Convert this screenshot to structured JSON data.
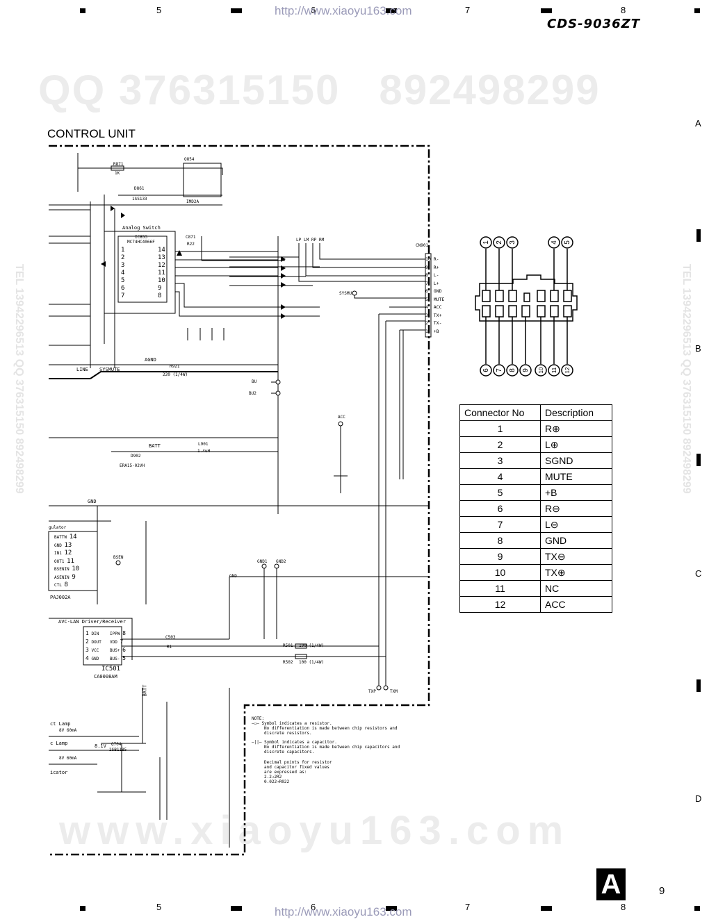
{
  "header": {
    "model": "CDS-9036ZT",
    "url": "http://www.xiaoyu163.com",
    "ruler_numbers": [
      "5",
      "6",
      "7",
      "8"
    ],
    "row_letters": [
      "A",
      "B",
      "C",
      "D"
    ]
  },
  "watermarks": {
    "qq": "QQ 376315150   892498299",
    "site": "www.xiaoyu163.com",
    "side_left": "TEL 13942296513  QQ 376315150  892498299",
    "side_right": "TEL 13942296513  QQ 376315150  892498299"
  },
  "diagram": {
    "title": "CONTROL UNIT",
    "labels": {
      "analog_switch": "Analog Switch",
      "ic853": "IC853",
      "ic853_part": "MC74HC4066F",
      "q854": "Q854",
      "imd2a": "IMD2A",
      "d861": "D861",
      "d861_part": "1SS133",
      "r871": "R871",
      "r871_val": "1K",
      "c871": "C871",
      "r22": "R22",
      "cn901": "CN901",
      "lp": "LP",
      "lm": "LM",
      "rp": "RP",
      "rm": "RM",
      "sysmu": "SYSMU",
      "line": "LINE",
      "sysmute": "SYSMUTE",
      "agnd": "AGND",
      "bu": "BU",
      "bu2": "BU2",
      "acc": "ACC",
      "batt": "BATT",
      "gnd": "GND",
      "gnd1": "GND1",
      "gnd2": "GND2",
      "l901": "L901",
      "l901_val": "1.4uH",
      "d902": "D902",
      "d902_part": "ERA15-02VH",
      "r921": "R921",
      "r921_val": "220 (1/4W)",
      "bsen": "BSEN",
      "avc_lan": "AVC-LAN Driver/Receiver",
      "ic501": "IC501",
      "ic501_part": "CA0008AM",
      "paj002a": "PAJ002A",
      "r501": "R501",
      "r502": "R502",
      "r501_val": "100 (1/4W)",
      "r502_val": "100 (1/4W)",
      "c503": "C503",
      "r1": "R1",
      "txp": "TXP",
      "txm": "TXM",
      "q704": "Q704",
      "q704_part": "2SB1185",
      "v81": "8.1V",
      "lamp1": "ct Lamp",
      "lamp1_val": "8V 60mA",
      "lamp2": "c Lamp",
      "lamp2_val": "8V 60mA",
      "indicator": "icator",
      "regulator": "gulator"
    },
    "connector_pins": [
      {
        "pin": "10",
        "name": "R-"
      },
      {
        "pin": "9",
        "name": "R+"
      },
      {
        "pin": "8",
        "name": "L-"
      },
      {
        "pin": "7",
        "name": "L+"
      },
      {
        "pin": "6",
        "name": "GND"
      },
      {
        "pin": "5",
        "name": "MUTE"
      },
      {
        "pin": "4",
        "name": "ACC"
      },
      {
        "pin": "3",
        "name": "TX+"
      },
      {
        "pin": "2",
        "name": "TX-"
      },
      {
        "pin": "1",
        "name": "+B"
      }
    ],
    "regulator_pins": [
      {
        "pin": "14",
        "name": "BATTW"
      },
      {
        "pin": "13",
        "name": "GND"
      },
      {
        "pin": "12",
        "name": "IN1"
      },
      {
        "pin": "11",
        "name": "OUT1"
      },
      {
        "pin": "10",
        "name": "BSENIN"
      },
      {
        "pin": "9",
        "name": "ASENIN"
      },
      {
        "pin": "8",
        "name": "CTL"
      }
    ],
    "ic501_left_pins": [
      {
        "pin": "1",
        "name": "DIN"
      },
      {
        "pin": "2",
        "name": "DOUT"
      },
      {
        "pin": "3",
        "name": "VCC"
      },
      {
        "pin": "4",
        "name": "GND"
      }
    ],
    "ic501_right_pins": [
      {
        "pin": "8",
        "name": "IPPW"
      },
      {
        "pin": "7",
        "name": "VDD"
      },
      {
        "pin": "6",
        "name": "BUS+"
      },
      {
        "pin": "5",
        "name": "BUS-"
      }
    ],
    "ic853_pins": [
      "14",
      "13",
      "12",
      "11",
      "10",
      "9",
      "8"
    ],
    "ic853_left_pins": [
      "1",
      "2",
      "3",
      "4",
      "5",
      "6",
      "7"
    ]
  },
  "connector_diagram": {
    "top_pins": [
      "1",
      "2",
      "3",
      "4",
      "5"
    ],
    "bottom_pins": [
      "6",
      "7",
      "8",
      "9",
      "10",
      "11",
      "12"
    ]
  },
  "connector_table": {
    "headers": [
      "Connector No",
      "Description"
    ],
    "rows": [
      [
        "1",
        "R⊕"
      ],
      [
        "2",
        "L⊕"
      ],
      [
        "3",
        "SGND"
      ],
      [
        "4",
        "MUTE"
      ],
      [
        "5",
        "+B"
      ],
      [
        "6",
        "R⊖"
      ],
      [
        "7",
        "L⊖"
      ],
      [
        "8",
        "GND"
      ],
      [
        "9",
        "TX⊖"
      ],
      [
        "10",
        "TX⊕"
      ],
      [
        "11",
        "NC"
      ],
      [
        "12",
        "ACC"
      ]
    ]
  },
  "notes": {
    "title": "NOTE:",
    "line1": "Symbol indicates a resistor.",
    "line2": "No differentiation is made between chip resistors and",
    "line3": "discrete resistors.",
    "line4": "Symbol indicates a capacitor.",
    "line5": "No differentiation is made between chip capacitors and",
    "line6": "discrete capacitors.",
    "line7": "Decimal points for resistor",
    "line8": "and capacitor fixed values",
    "line9": "are expressed as:",
    "line10": "2.2→2R2",
    "line11": "0.022→R022"
  },
  "footer": {
    "page_letter": "A",
    "page_number": "9"
  }
}
